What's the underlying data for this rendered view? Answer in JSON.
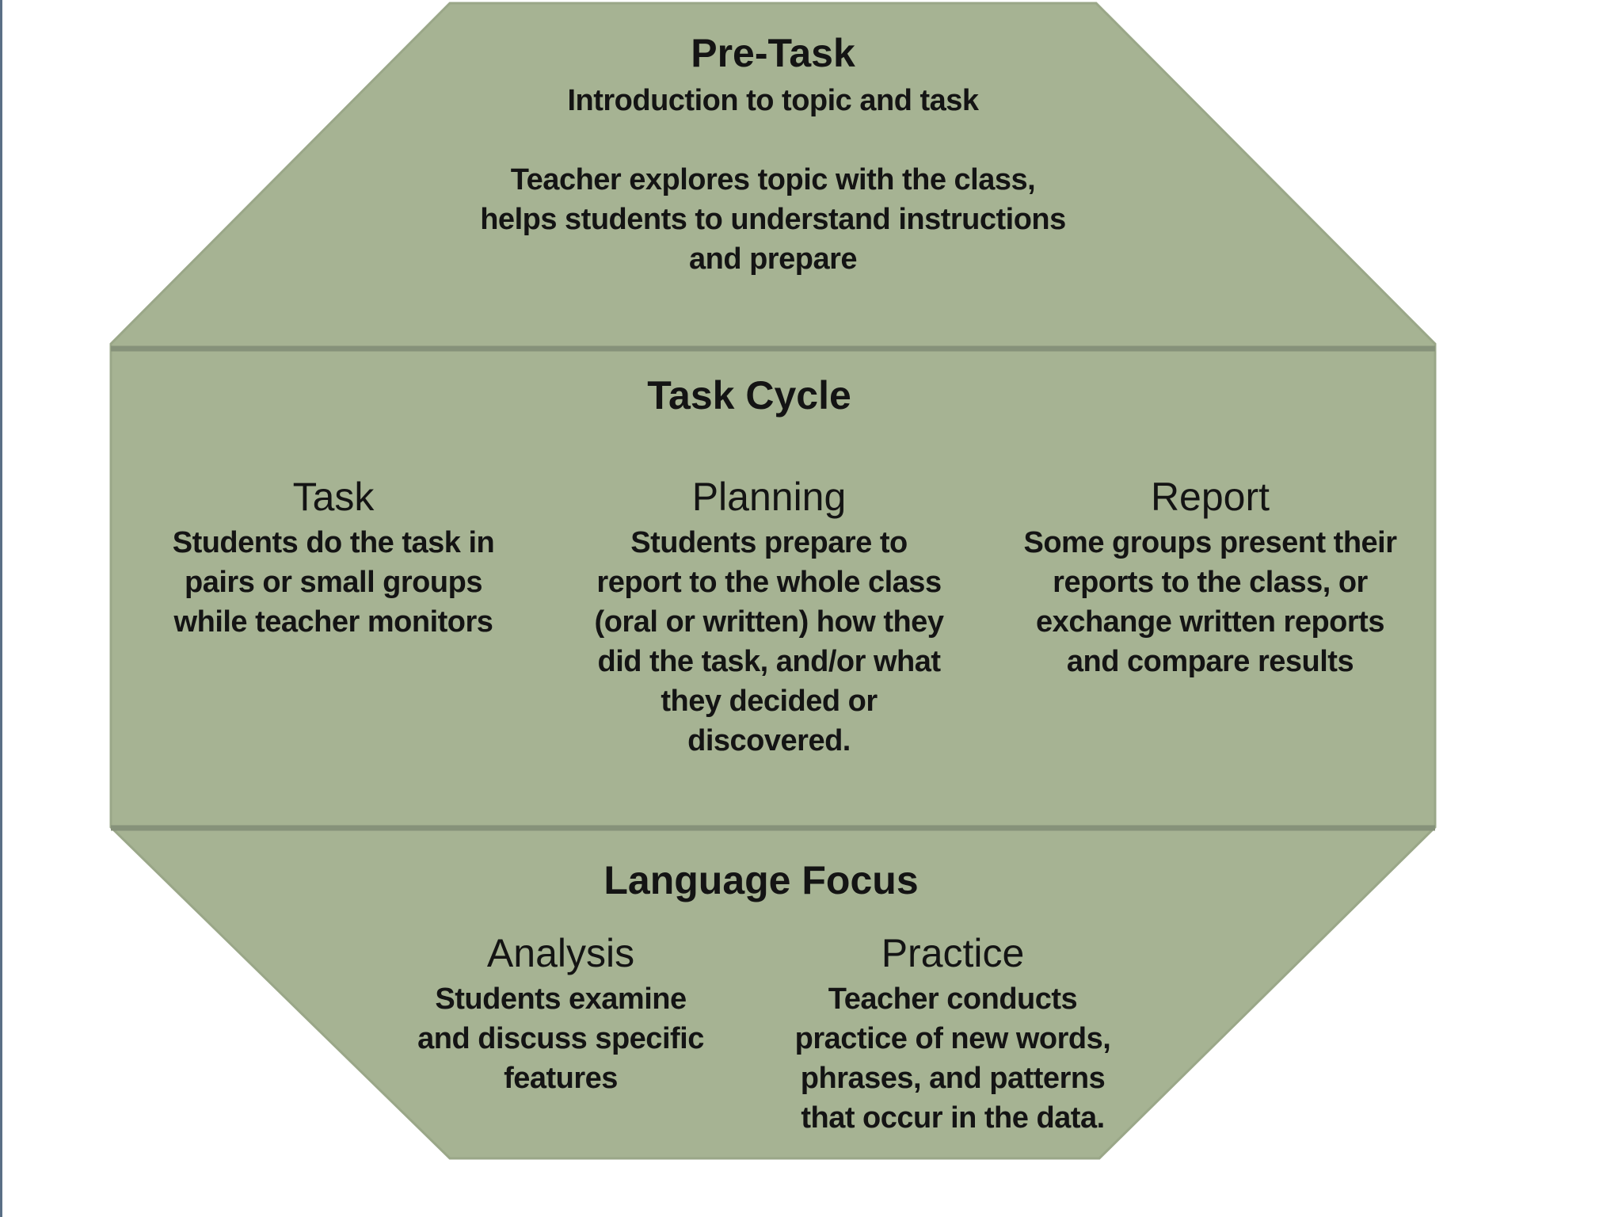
{
  "diagram": {
    "colors": {
      "fill": "#a6b393",
      "divider": "#86927a",
      "text": "#141414"
    },
    "pre_task": {
      "title": "Pre-Task",
      "subtitle": "Introduction to topic and task",
      "description": "Teacher explores topic with the class,\nhelps students to understand instructions\nand prepare"
    },
    "task_cycle": {
      "title": "Task Cycle",
      "task": {
        "title": "Task",
        "description": "Students do the task in\npairs or small groups\nwhile teacher monitors"
      },
      "planning": {
        "title": "Planning",
        "description": "Students prepare to\nreport to the whole class\n(oral or written) how they\ndid the task, and/or what\nthey decided or\ndiscovered."
      },
      "report": {
        "title": "Report",
        "description": "Some groups present their\nreports to the class, or\nexchange written reports\nand compare results"
      }
    },
    "language_focus": {
      "title": "Language Focus",
      "analysis": {
        "title": "Analysis",
        "description": "Students examine\nand discuss specific\nfeatures"
      },
      "practice": {
        "title": "Practice",
        "description": "Teacher conducts\npractice of new words,\nphrases, and patterns\nthat occur in the data."
      }
    }
  }
}
